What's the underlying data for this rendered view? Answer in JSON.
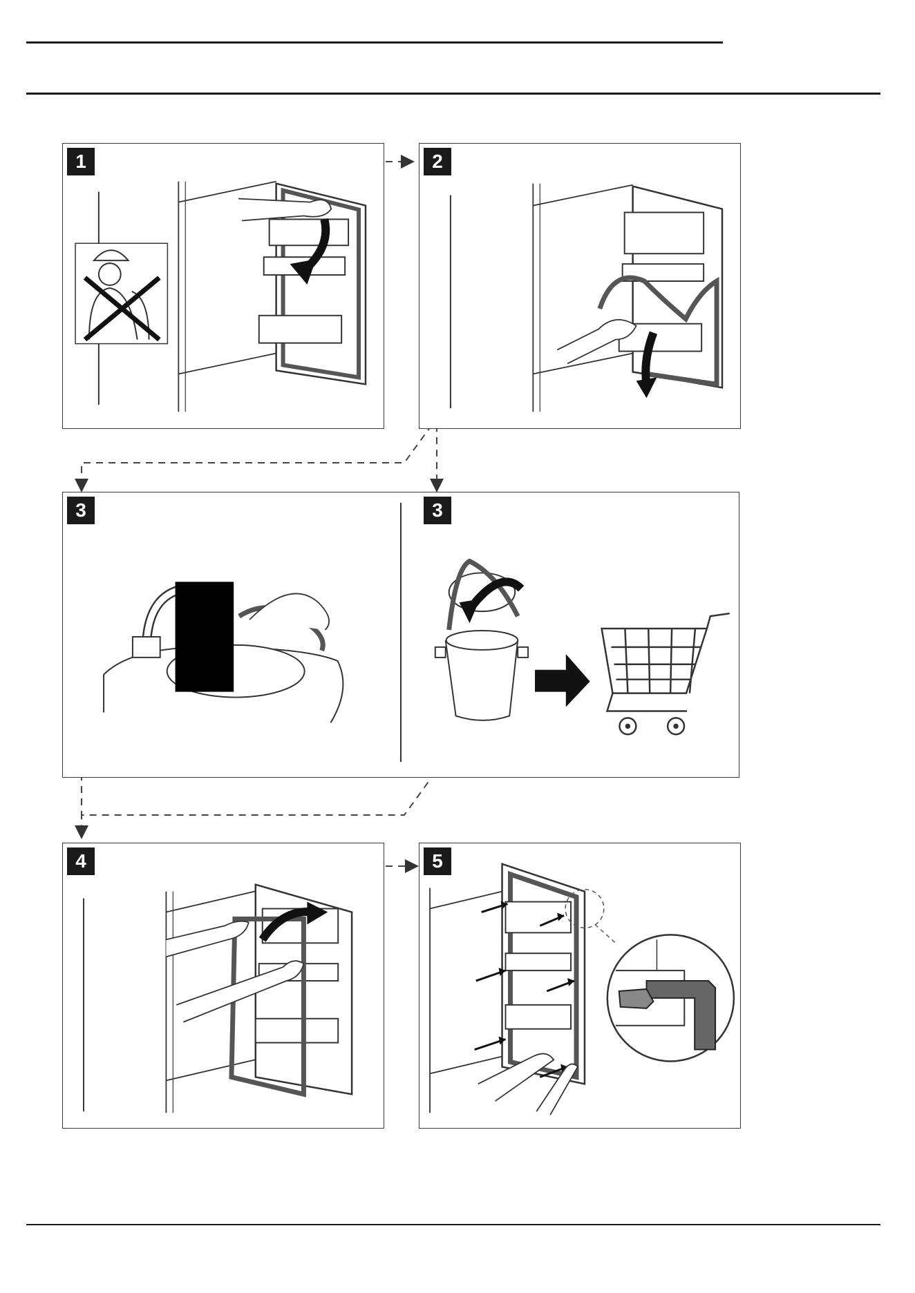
{
  "steps": [
    {
      "number": "1"
    },
    {
      "number": "2"
    },
    {
      "number": "3"
    },
    {
      "number": "3"
    },
    {
      "number": "4"
    },
    {
      "number": "5"
    }
  ],
  "colors": {
    "ink": "#1a1a1a",
    "gasket": "#555555",
    "paper": "#ffffff"
  },
  "icons": [
    "no-tools-person-icon",
    "gasket-removal-icon",
    "faucet-wash-icon",
    "trash-bin-icon",
    "arrow-right-icon",
    "shopping-cart-icon",
    "gasket-install-icon",
    "gasket-press-icon",
    "magnifier-detail-icon"
  ]
}
